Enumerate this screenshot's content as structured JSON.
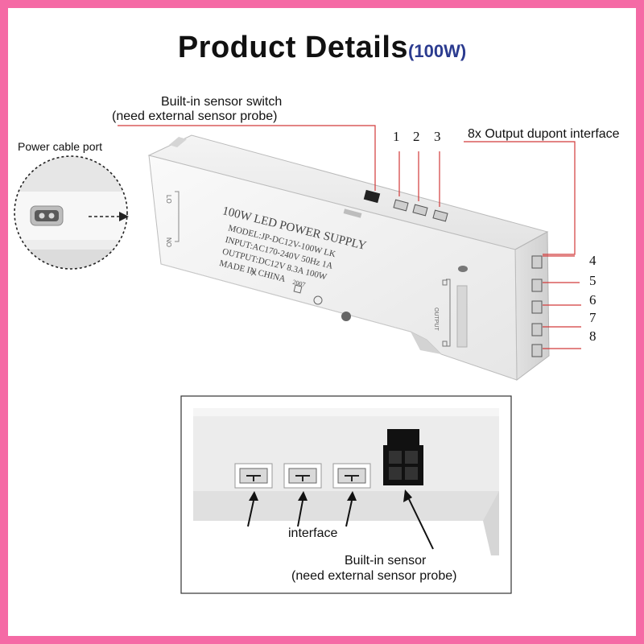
{
  "title": {
    "main": "Product Details",
    "sub": "(100W)"
  },
  "callouts": {
    "power_port": "Power cable port",
    "sensor_switch_line1": "Built-in sensor switch",
    "sensor_switch_line2": "(need external sensor probe)",
    "output_interface": "8x Output dupont interface"
  },
  "output_numbers": [
    "1",
    "2",
    "3",
    "4",
    "5",
    "6",
    "7",
    "8"
  ],
  "device_label": {
    "heading": "100W LED POWER SUPPLY",
    "model": "MODEL:JP-DC12V-100W LK",
    "input": "INPUT:AC170-240V 50Hz 1A",
    "output": "OUTPUT:DC12V 8.3A 100W",
    "made_in": "MADE IN CHINA",
    "year": "2007",
    "side_lo": "LO",
    "side_no": "NO",
    "output_tag": "OUTPUT"
  },
  "detail_view": {
    "interface_label": "interface",
    "sensor_label_line1": "Built-in sensor",
    "sensor_label_line2": "(need external sensor probe)"
  },
  "colors": {
    "frame": "#f56aa5",
    "title_sub": "#2b3b8f",
    "callout_line": "#d23a3a"
  }
}
